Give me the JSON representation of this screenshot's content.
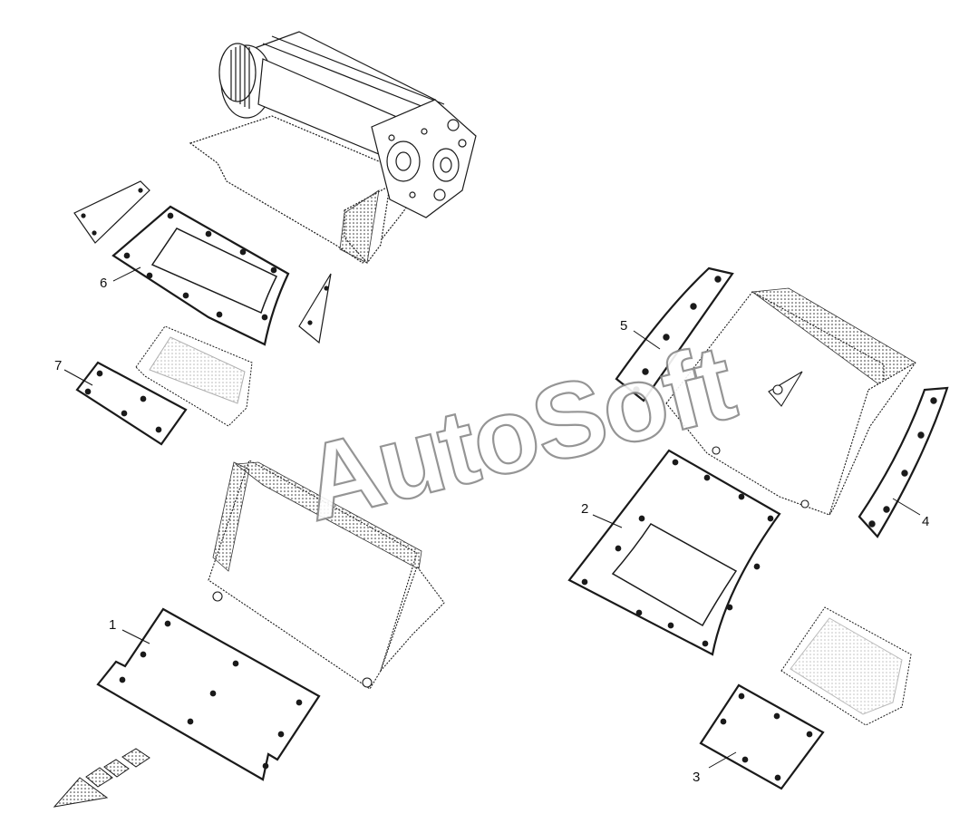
{
  "watermark": "AutoSoft",
  "callouts": [
    {
      "id": "1",
      "label": "1"
    },
    {
      "id": "2",
      "label": "2"
    },
    {
      "id": "3",
      "label": "3"
    },
    {
      "id": "4",
      "label": "4"
    },
    {
      "id": "5",
      "label": "5"
    },
    {
      "id": "6",
      "label": "6"
    },
    {
      "id": "7",
      "label": "7"
    }
  ],
  "colors": {
    "line": "#1a1a1a",
    "fill": "#ffffff",
    "dotted": "#555555",
    "arrow": "#b9b9b9"
  }
}
